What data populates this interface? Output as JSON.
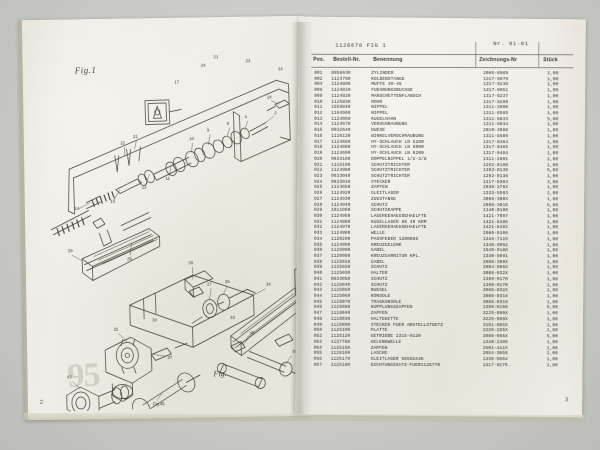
{
  "document": {
    "type": "spare-parts-catalog-photo",
    "left_page": {
      "figure_label": "Fig.1",
      "figure_label_bottom": "Fig.",
      "ghost_number": "95",
      "page_number": "2"
    },
    "right_page": {
      "page_number": "3",
      "doc_id": "1128670 FIG 1",
      "doc_nr": "Nr. 01-01",
      "columns": [
        "Pos.",
        "Bestell-Nr.",
        "Benennung",
        "Zeichnungs-Nr",
        "Stück"
      ],
      "rows": [
        {
          "pos": "001",
          "bestell": "0958630",
          "benennung": "ZYLINDER",
          "zeichnung": "2086-8969",
          "stueck": "2,00"
        },
        {
          "pos": "002",
          "bestell": "1124790",
          "benennung": "KOLBENSTANGE",
          "zeichnung": "1317-9079",
          "stueck": "1,00"
        },
        {
          "pos": "004",
          "bestell": "1124880",
          "benennung": "MUFFE 40-45",
          "zeichnung": "1317-9238",
          "stueck": "1,00"
        },
        {
          "pos": "008",
          "bestell": "1124810",
          "benennung": "FUEHRUNGSBUCHSE",
          "zeichnung": "1317-9051",
          "stueck": "1,00"
        },
        {
          "pos": "009",
          "bestell": "1124820",
          "benennung": "MANSCHETTENFLANSCH",
          "zeichnung": "1317-9237",
          "stueck": "1,00"
        },
        {
          "pos": "010",
          "bestell": "1125830",
          "benennung": "ROHR",
          "zeichnung": "1317-9280",
          "stueck": "1,00"
        },
        {
          "pos": "011",
          "bestell": "1559840",
          "benennung": "NIPPEL",
          "zeichnung": "1311-2600",
          "stueck": "1,00"
        },
        {
          "pos": "012",
          "bestell": "1194560",
          "benennung": "NIPPEL",
          "zeichnung": "1311-8565",
          "stueck": "1,00"
        },
        {
          "pos": "013",
          "bestell": "1124650",
          "benennung": "KUGELHAHN",
          "zeichnung": "1311-8833",
          "stueck": "5,00"
        },
        {
          "pos": "014",
          "bestell": "1124670",
          "benennung": "VERSCHRAUBUNG",
          "zeichnung": "1311-8834",
          "stueck": "1,00"
        },
        {
          "pos": "015",
          "bestell": "0932640",
          "benennung": "DUESE",
          "zeichnung": "2010-3968",
          "stueck": "1,00"
        },
        {
          "pos": "016",
          "bestell": "1116120",
          "benennung": "WINKELVERSCHRAUBUNG",
          "zeichnung": "1311-8509",
          "stueck": "1,00"
        },
        {
          "pos": "017",
          "bestell": "1124680",
          "benennung": "HY-SCHLAUCH LN 5200",
          "zeichnung": "1317-0484",
          "stueck": "1,00"
        },
        {
          "pos": "018",
          "bestell": "1124660",
          "benennung": "HY-SCHLAUCH LN 5000",
          "zeichnung": "1317-0465",
          "stueck": "1,00"
        },
        {
          "pos": "019",
          "bestell": "1124690",
          "benennung": "HY-SCHLAUCH LN 6200",
          "zeichnung": "1317-0484",
          "stueck": "1,00"
        },
        {
          "pos": "020",
          "bestell": "0633160",
          "benennung": "DOPPELNIPPEL 1/2-3/8",
          "zeichnung": "1311-2601",
          "stueck": "2,00"
        },
        {
          "pos": "021",
          "bestell": "1116190",
          "benennung": "SCHUTZTRICHTER",
          "zeichnung": "1292-0160",
          "stueck": "1,00"
        },
        {
          "pos": "022",
          "bestell": "1124980",
          "benennung": "SCHUTZTRICHTER",
          "zeichnung": "1393-0139",
          "stueck": "5,00"
        },
        {
          "pos": "023",
          "bestell": "0633040",
          "benennung": "SCHUTZTRICHTER",
          "zeichnung": "1292-0138",
          "stueck": "1,00"
        },
        {
          "pos": "024",
          "bestell": "0633010",
          "benennung": "STECKER",
          "zeichnung": "1317-0303",
          "stueck": "3,00"
        },
        {
          "pos": "025",
          "bestell": "1124650",
          "benennung": "ZAPFEN",
          "zeichnung": "2036-376X",
          "stueck": "1,00"
        },
        {
          "pos": "026",
          "bestell": "1124920",
          "benennung": "GLEITLAGER",
          "zeichnung": "1333-5503",
          "stueck": "2,00"
        },
        {
          "pos": "027",
          "bestell": "1124930",
          "benennung": "ZUGSTANGE",
          "zeichnung": "3086-300X",
          "stueck": "1,00"
        },
        {
          "pos": "028",
          "bestell": "1124940",
          "benennung": "SCHUTZ",
          "zeichnung": "2086-3015",
          "stueck": "5,00"
        },
        {
          "pos": "029",
          "bestell": "1011060",
          "benennung": "SCHUTZKAPPE",
          "zeichnung": "1140-0190",
          "stueck": "1,00"
        },
        {
          "pos": "030",
          "bestell": "1124950",
          "benennung": "LAGERGEHAEUSEHAELFTE",
          "zeichnung": "1421-7697",
          "stueck": "1,00"
        },
        {
          "pos": "031",
          "bestell": "1124960",
          "benennung": "KUGELLAGER 60 40 KRM",
          "zeichnung": "1421-8496",
          "stueck": "1,00"
        },
        {
          "pos": "032",
          "bestell": "1124970",
          "benennung": "LAGERGEHAEUSEHAELFTE",
          "zeichnung": "1421-8492",
          "stueck": "1,00"
        },
        {
          "pos": "033",
          "bestell": "1124980",
          "benennung": "WELLE",
          "zeichnung": "2086-0108",
          "stueck": "1,00"
        },
        {
          "pos": "034",
          "bestell": "1120290",
          "benennung": "PASSFEDER 1200665",
          "zeichnung": "1346-7119",
          "stueck": "1,00"
        },
        {
          "pos": "035",
          "bestell": "1124990",
          "benennung": "KREUZGELENK",
          "zeichnung": "1340-9092",
          "stueck": "1,00"
        },
        {
          "pos": "036",
          "bestell": "1125000",
          "benennung": "GABEL",
          "zeichnung": "1540-9188",
          "stueck": "1,00"
        },
        {
          "pos": "037",
          "bestell": "1120090",
          "benennung": "KREUZGARNITUR KPL.",
          "zeichnung": "1340-9091",
          "stueck": "1,00"
        },
        {
          "pos": "038",
          "bestell": "1125010",
          "benennung": "GABEL",
          "zeichnung": "2086-300X",
          "stueck": "1,00"
        },
        {
          "pos": "039",
          "bestell": "1125020",
          "benennung": "SCHUTZ",
          "zeichnung": "2004-086X",
          "stueck": "1,00"
        },
        {
          "pos": "040",
          "bestell": "1125030",
          "benennung": "HALTER",
          "zeichnung": "3086-032X",
          "stueck": "1,00"
        },
        {
          "pos": "041",
          "bestell": "0633050",
          "benennung": "SCHUTZ",
          "zeichnung": "1399-0170",
          "stueck": "1,00"
        },
        {
          "pos": "042",
          "bestell": "1125040",
          "benennung": "SCHUTZ",
          "zeichnung": "1399-0170",
          "stueck": "1,00"
        },
        {
          "pos": "043",
          "bestell": "1125050",
          "benennung": "BUEGEL",
          "zeichnung": "3086-032X",
          "stueck": "1,00"
        },
        {
          "pos": "044",
          "bestell": "1125060",
          "benennung": "KONSOLE",
          "zeichnung": "3086-0318",
          "stueck": "1,00"
        },
        {
          "pos": "045",
          "bestell": "1125070",
          "benennung": "TRAGKONSOLE",
          "zeichnung": "3086-0319",
          "stueck": "1,00"
        },
        {
          "pos": "046",
          "bestell": "1125080",
          "benennung": "KUPPLUNGSZAPFEN",
          "zeichnung": "1399-0150",
          "stueck": "5,00"
        },
        {
          "pos": "047",
          "bestell": "1118040",
          "benennung": "ZAPFEN",
          "zeichnung": "3225-090X",
          "stueck": "1,00"
        },
        {
          "pos": "048",
          "bestell": "1118030",
          "benennung": "HALTEKETTE",
          "zeichnung": "3225-089X",
          "stueck": "1,00"
        },
        {
          "pos": "049",
          "bestell": "1125090",
          "benennung": "STECKER FUER ABSTELLSTUETZ",
          "zeichnung": "3191-085X",
          "stueck": "1,00"
        },
        {
          "pos": "050",
          "bestell": "1125100",
          "benennung": "PLATTE",
          "zeichnung": "2226-285X",
          "stueck": "1,00"
        },
        {
          "pos": "052",
          "bestell": "1125120",
          "benennung": "GETRIEBE 1315-0120",
          "zeichnung": "3086-085X",
          "stueck": "5,00"
        },
        {
          "pos": "053",
          "bestell": "1137760",
          "benennung": "GELENKWELLE",
          "zeichnung": "1340-2309",
          "stueck": "1,00"
        },
        {
          "pos": "054",
          "bestell": "1125150",
          "benennung": "ZAPFEN",
          "zeichnung": "2501-441X",
          "stueck": "1,00"
        },
        {
          "pos": "055",
          "bestell": "1128160",
          "benennung": "LASCHE",
          "zeichnung": "2054-3058",
          "stueck": "2,00"
        },
        {
          "pos": "056",
          "bestell": "1125170",
          "benennung": "GLEITLAGER 50X55X40",
          "zeichnung": "1335-5504",
          "stueck": "1,00"
        },
        {
          "pos": "057",
          "bestell": "1125180",
          "benennung": "DICHTUNGSSATZ-FUER1125770",
          "zeichnung": "1317-9275",
          "stueck": "1,00"
        }
      ]
    }
  }
}
